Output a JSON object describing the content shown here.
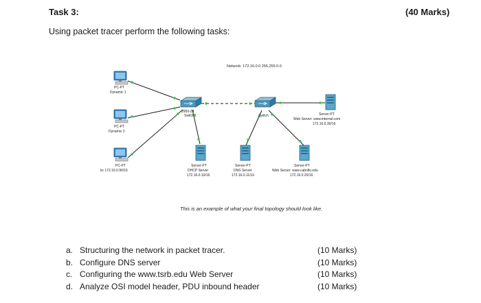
{
  "header": {
    "task_title": "Task 3:",
    "total_marks": "(40 Marks)"
  },
  "instruction": "Using packet tracer perform the following tasks:",
  "topology": {
    "network_label": "Network: 172.16.0.0 255.255.0.0",
    "pc1": {
      "type": "PC-PT",
      "name": "Dynamic 1"
    },
    "pc2": {
      "type": "PC-PT",
      "name": "Dynamic 2"
    },
    "pc3": {
      "type": "PC-PT",
      "name": "tic 172.16.0.90/16"
    },
    "switch1": {
      "model": "2950-24",
      "name": "Switch1"
    },
    "switch2": {
      "name": "Switch"
    },
    "server_dhcp": {
      "type": "Server-PT",
      "role": "DHCP Server",
      "ip": "172.16.0.10/16"
    },
    "server_dns": {
      "type": "Server-PT",
      "role": "DNS Server",
      "ip": "172.16.0.11/16"
    },
    "server_cabrillo": {
      "type": "Server-PT",
      "role": "Web Server: www.cabrillo.edu",
      "ip": "172.16.0.20/16"
    },
    "server_internal": {
      "type": "Server-PT",
      "role": "Web Server: www.internal.com",
      "ip": "172.16.0.30/16"
    },
    "colors": {
      "monitor": "#3b86c8",
      "device": "#5aa8cc",
      "link": "#1a1a1a",
      "port_up": "#2ecc40"
    }
  },
  "caption": "This is an example of what your final topology should look like.",
  "tasks": [
    {
      "letter": "a.",
      "text": "Structuring the network in packet tracer.",
      "marks": "(10 Marks)"
    },
    {
      "letter": "b.",
      "text": "Configure DNS server",
      "marks": "(10 Marks)"
    },
    {
      "letter": "c.",
      "text": "Configuring the www.tsrb.edu Web Server",
      "marks": "(10 Marks)"
    },
    {
      "letter": "d.",
      "text": "Analyze OSI model header, PDU inbound header",
      "marks": "(10 Marks)"
    }
  ]
}
